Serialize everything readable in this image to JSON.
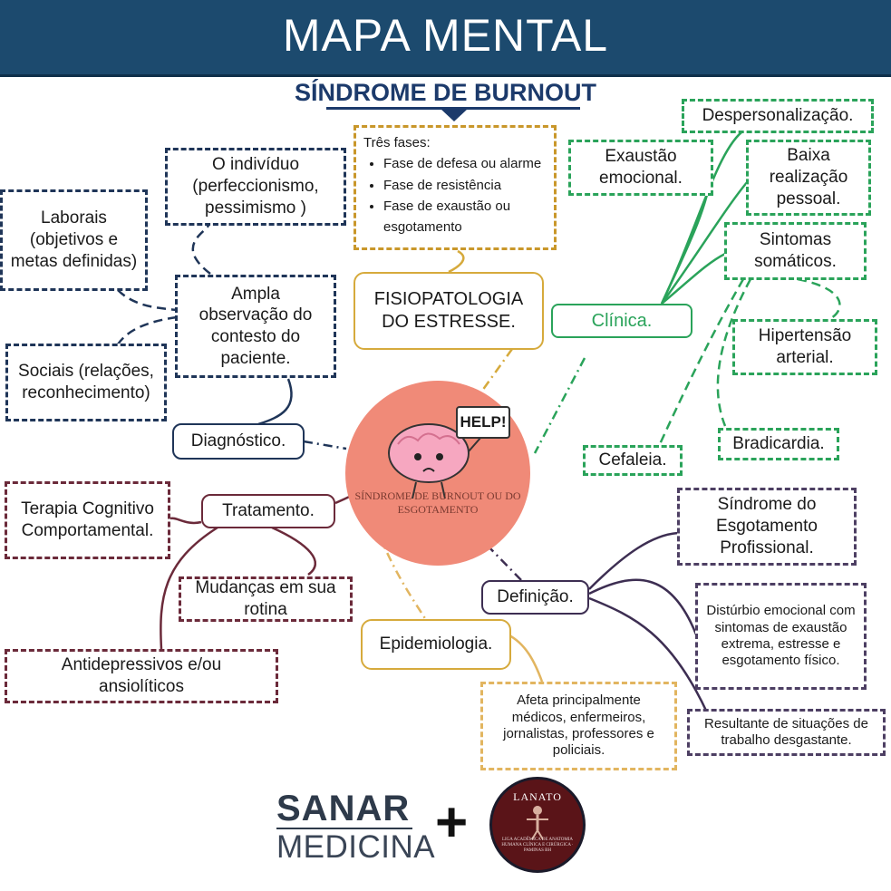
{
  "header": {
    "title": "MAPA MENTAL"
  },
  "subtitle": "SÍNDROME DE BURNOUT",
  "center": {
    "label": "SÍNDROME DE BURNOUT OU DO ESGOTAMENTO",
    "sign": "HELP!"
  },
  "colors": {
    "header": "#1c4a6e",
    "navy": "#1f3558",
    "green": "#2aa35a",
    "purple": "#4d3f63",
    "maroon": "#6b2a3a",
    "gold": "#e2b560",
    "circle": "#f08a78"
  },
  "fisiopatologia": {
    "label": "FISIOPATOLOGIA DO ESTRESSE.",
    "fases_title": "Três fases:",
    "fases": [
      "Fase de defesa ou alarme",
      "Fase de resistência",
      "Fase de exaustão ou esgotamento"
    ]
  },
  "clinica": {
    "label": "Clínica.",
    "items": {
      "despersonalizacao": "Despersonalização.",
      "exaustao": "Exaustão emocional.",
      "baixa": "Baixa realização pessoal.",
      "somaticos": "Sintomas somáticos.",
      "hipertensao": "Hipertensão arterial.",
      "cefaleia": "Cefaleia.",
      "bradicardia": "Bradicardia."
    }
  },
  "diagnostico": {
    "label": "Diagnóstico.",
    "ampla": "Ampla observação do contesto do paciente.",
    "individuo": "O indivíduo (perfeccionismo, pessimismo )",
    "laborais": "Laborais (objetivos e metas definidas)",
    "sociais": "Sociais (relações, reconhecimento)"
  },
  "tratamento": {
    "label": "Tratamento.",
    "terapia": "Terapia Cognitivo Comportamental.",
    "mudancas": "Mudanças em sua rotina",
    "antidepressivos": "Antidepressivos e/ou ansiolíticos"
  },
  "definicao": {
    "label": "Definição.",
    "sindrome": "Síndrome do Esgotamento Profissional.",
    "disturbio": "Distúrbio emocional com sintomas de exaustão extrema, estresse e esgotamento físico.",
    "resultante": "Resultante de situações de trabalho desgastante."
  },
  "epidemiologia": {
    "label": "Epidemiologia.",
    "afeta": "Afeta principalmente médicos, enfermeiros, jornalistas, professores e policiais."
  },
  "logos": {
    "sanar_top": "SANAR",
    "sanar_bottom": "MEDICINA",
    "plus": "+",
    "lanato": "LANATO",
    "lanato_sub": "LIGA ACADÊMICA DE ANATOMIA HUMANA CLÍNICA E CIRÚRGICA · PAMINAS BH"
  }
}
